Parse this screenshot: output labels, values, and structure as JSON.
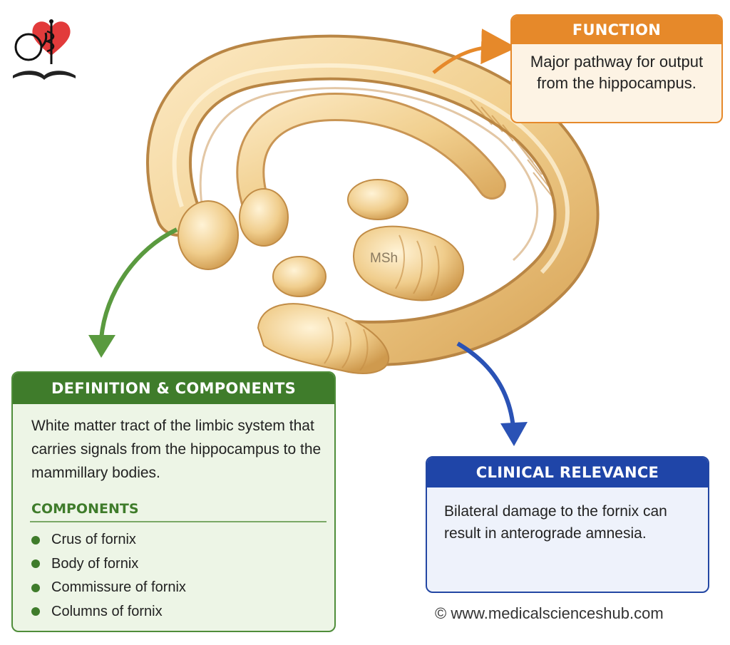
{
  "function": {
    "title": "FUNCTION",
    "text": "Major pathway for output from the hippocampus."
  },
  "definition": {
    "title": "DEFINITION & COMPONENTS",
    "text": "White matter tract of the limbic system that carries signals from the hippocampus to the mammillary bodies.",
    "components_heading": "COMPONENTS",
    "components": [
      "Crus of fornix",
      "Body of fornix",
      "Commissure of fornix",
      "Columns of fornix"
    ]
  },
  "clinical": {
    "title": "CLINICAL RELEVANCE",
    "text": "Bilateral damage to the fornix can result in anterograde amnesia."
  },
  "watermark": "MSh",
  "copyright": "© www.medicalscienceshub.com",
  "colors": {
    "function_accent": "#e6892a",
    "definition_accent": "#3f7c2b",
    "clinical_accent": "#1f45a8",
    "structure_fill": "#f1cf8e"
  },
  "icons": {
    "logo": "heart-caduceus-stethoscope-book-logo"
  }
}
